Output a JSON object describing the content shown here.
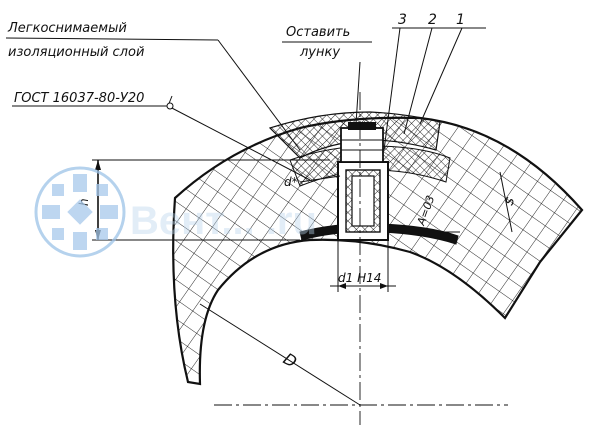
{
  "labels": {
    "insulation_line1": "Легкоснимаемый",
    "insulation_line2": "изоляционный слой",
    "gost": "ГОСТ 16037-80-У20",
    "leave_line1": "Оставить",
    "leave_line2": "лунку",
    "callout_3": "3",
    "callout_2": "2",
    "callout_1": "1",
    "dim_d_star": "d*",
    "dim_d1": "d1 H14",
    "dim_tilt": "А=03",
    "dim_h": "h",
    "dim_s": "s",
    "dim_D": "D"
  },
  "watermark": {
    "text": "Вент... .ru",
    "color": "#8db8e2"
  },
  "colors": {
    "ink": "#111111",
    "paper": "#ffffff"
  }
}
